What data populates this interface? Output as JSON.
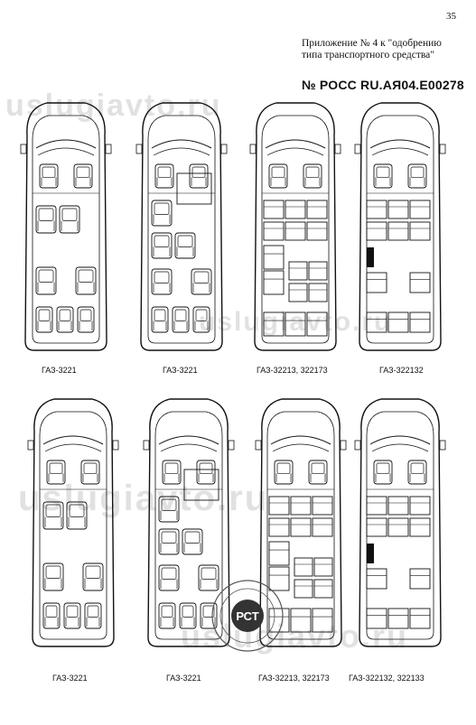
{
  "page": {
    "number": "35",
    "header_line1": "Приложение № 4 к \"одобрению",
    "header_line2": "типа транспортного средства\"",
    "cert_number": "№ РОСС RU.АЯ04.Е00278",
    "watermark": "uslugiavto.ru"
  },
  "vehicles": [
    {
      "caption": "ГАЗ-3221",
      "layout": "armchairs"
    },
    {
      "caption": "ГАЗ-3221",
      "layout": "armchairs-table"
    },
    {
      "caption": "ГАЗ-32213, 322173",
      "layout": "bench"
    },
    {
      "caption": "ГАЗ-322132",
      "layout": "bench-rows"
    },
    {
      "caption": "ГАЗ-3221",
      "layout": "armchairs"
    },
    {
      "caption": "ГАЗ-3221",
      "layout": "armchairs-table"
    },
    {
      "caption": "ГАЗ-32213, 322173",
      "layout": "bench"
    },
    {
      "caption": "ГАЗ-322132, 322133",
      "layout": "bench-rows"
    }
  ],
  "stamp": {
    "letters": "РСТ"
  }
}
